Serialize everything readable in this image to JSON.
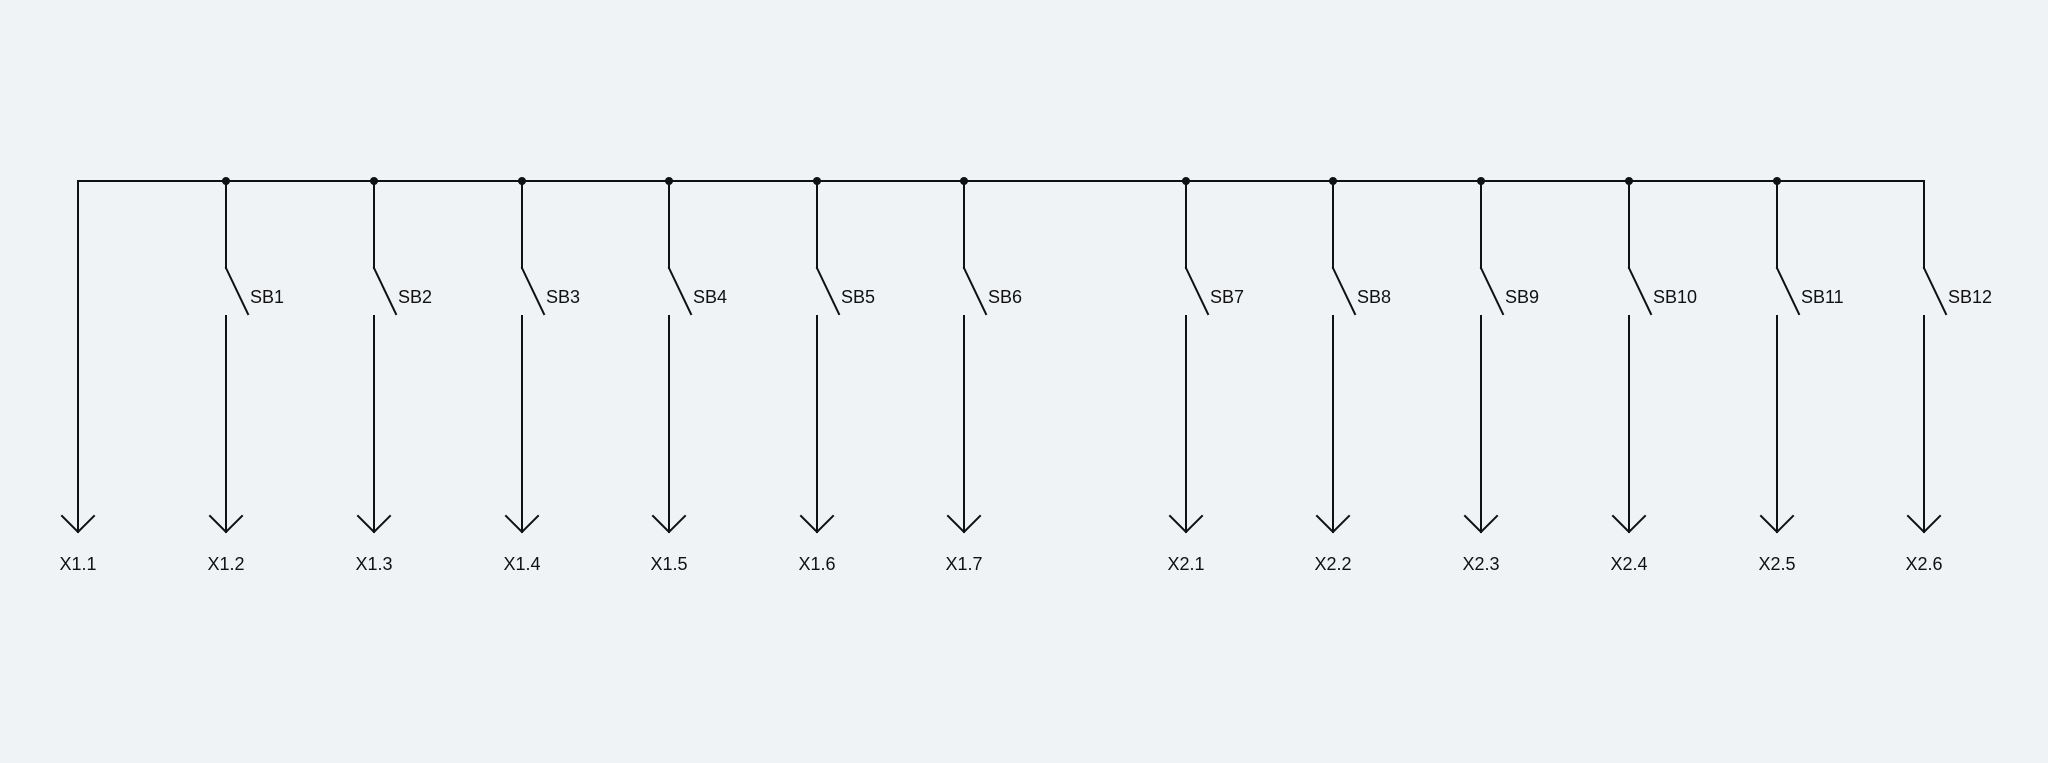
{
  "diagram": {
    "left_terminal": "X1.1",
    "branches": [
      {
        "switch": "SB1",
        "terminal": "X1.2"
      },
      {
        "switch": "SB2",
        "terminal": "X1.3"
      },
      {
        "switch": "SB3",
        "terminal": "X1.4"
      },
      {
        "switch": "SB4",
        "terminal": "X1.5"
      },
      {
        "switch": "SB5",
        "terminal": "X1.6"
      },
      {
        "switch": "SB6",
        "terminal": "X1.7"
      },
      {
        "switch": "SB7",
        "terminal": "X2.1"
      },
      {
        "switch": "SB8",
        "terminal": "X2.2"
      },
      {
        "switch": "SB9",
        "terminal": "X2.3"
      },
      {
        "switch": "SB10",
        "terminal": "X2.4"
      },
      {
        "switch": "SB11",
        "terminal": "X2.5"
      },
      {
        "switch": "SB12",
        "terminal": "X2.6"
      }
    ]
  }
}
